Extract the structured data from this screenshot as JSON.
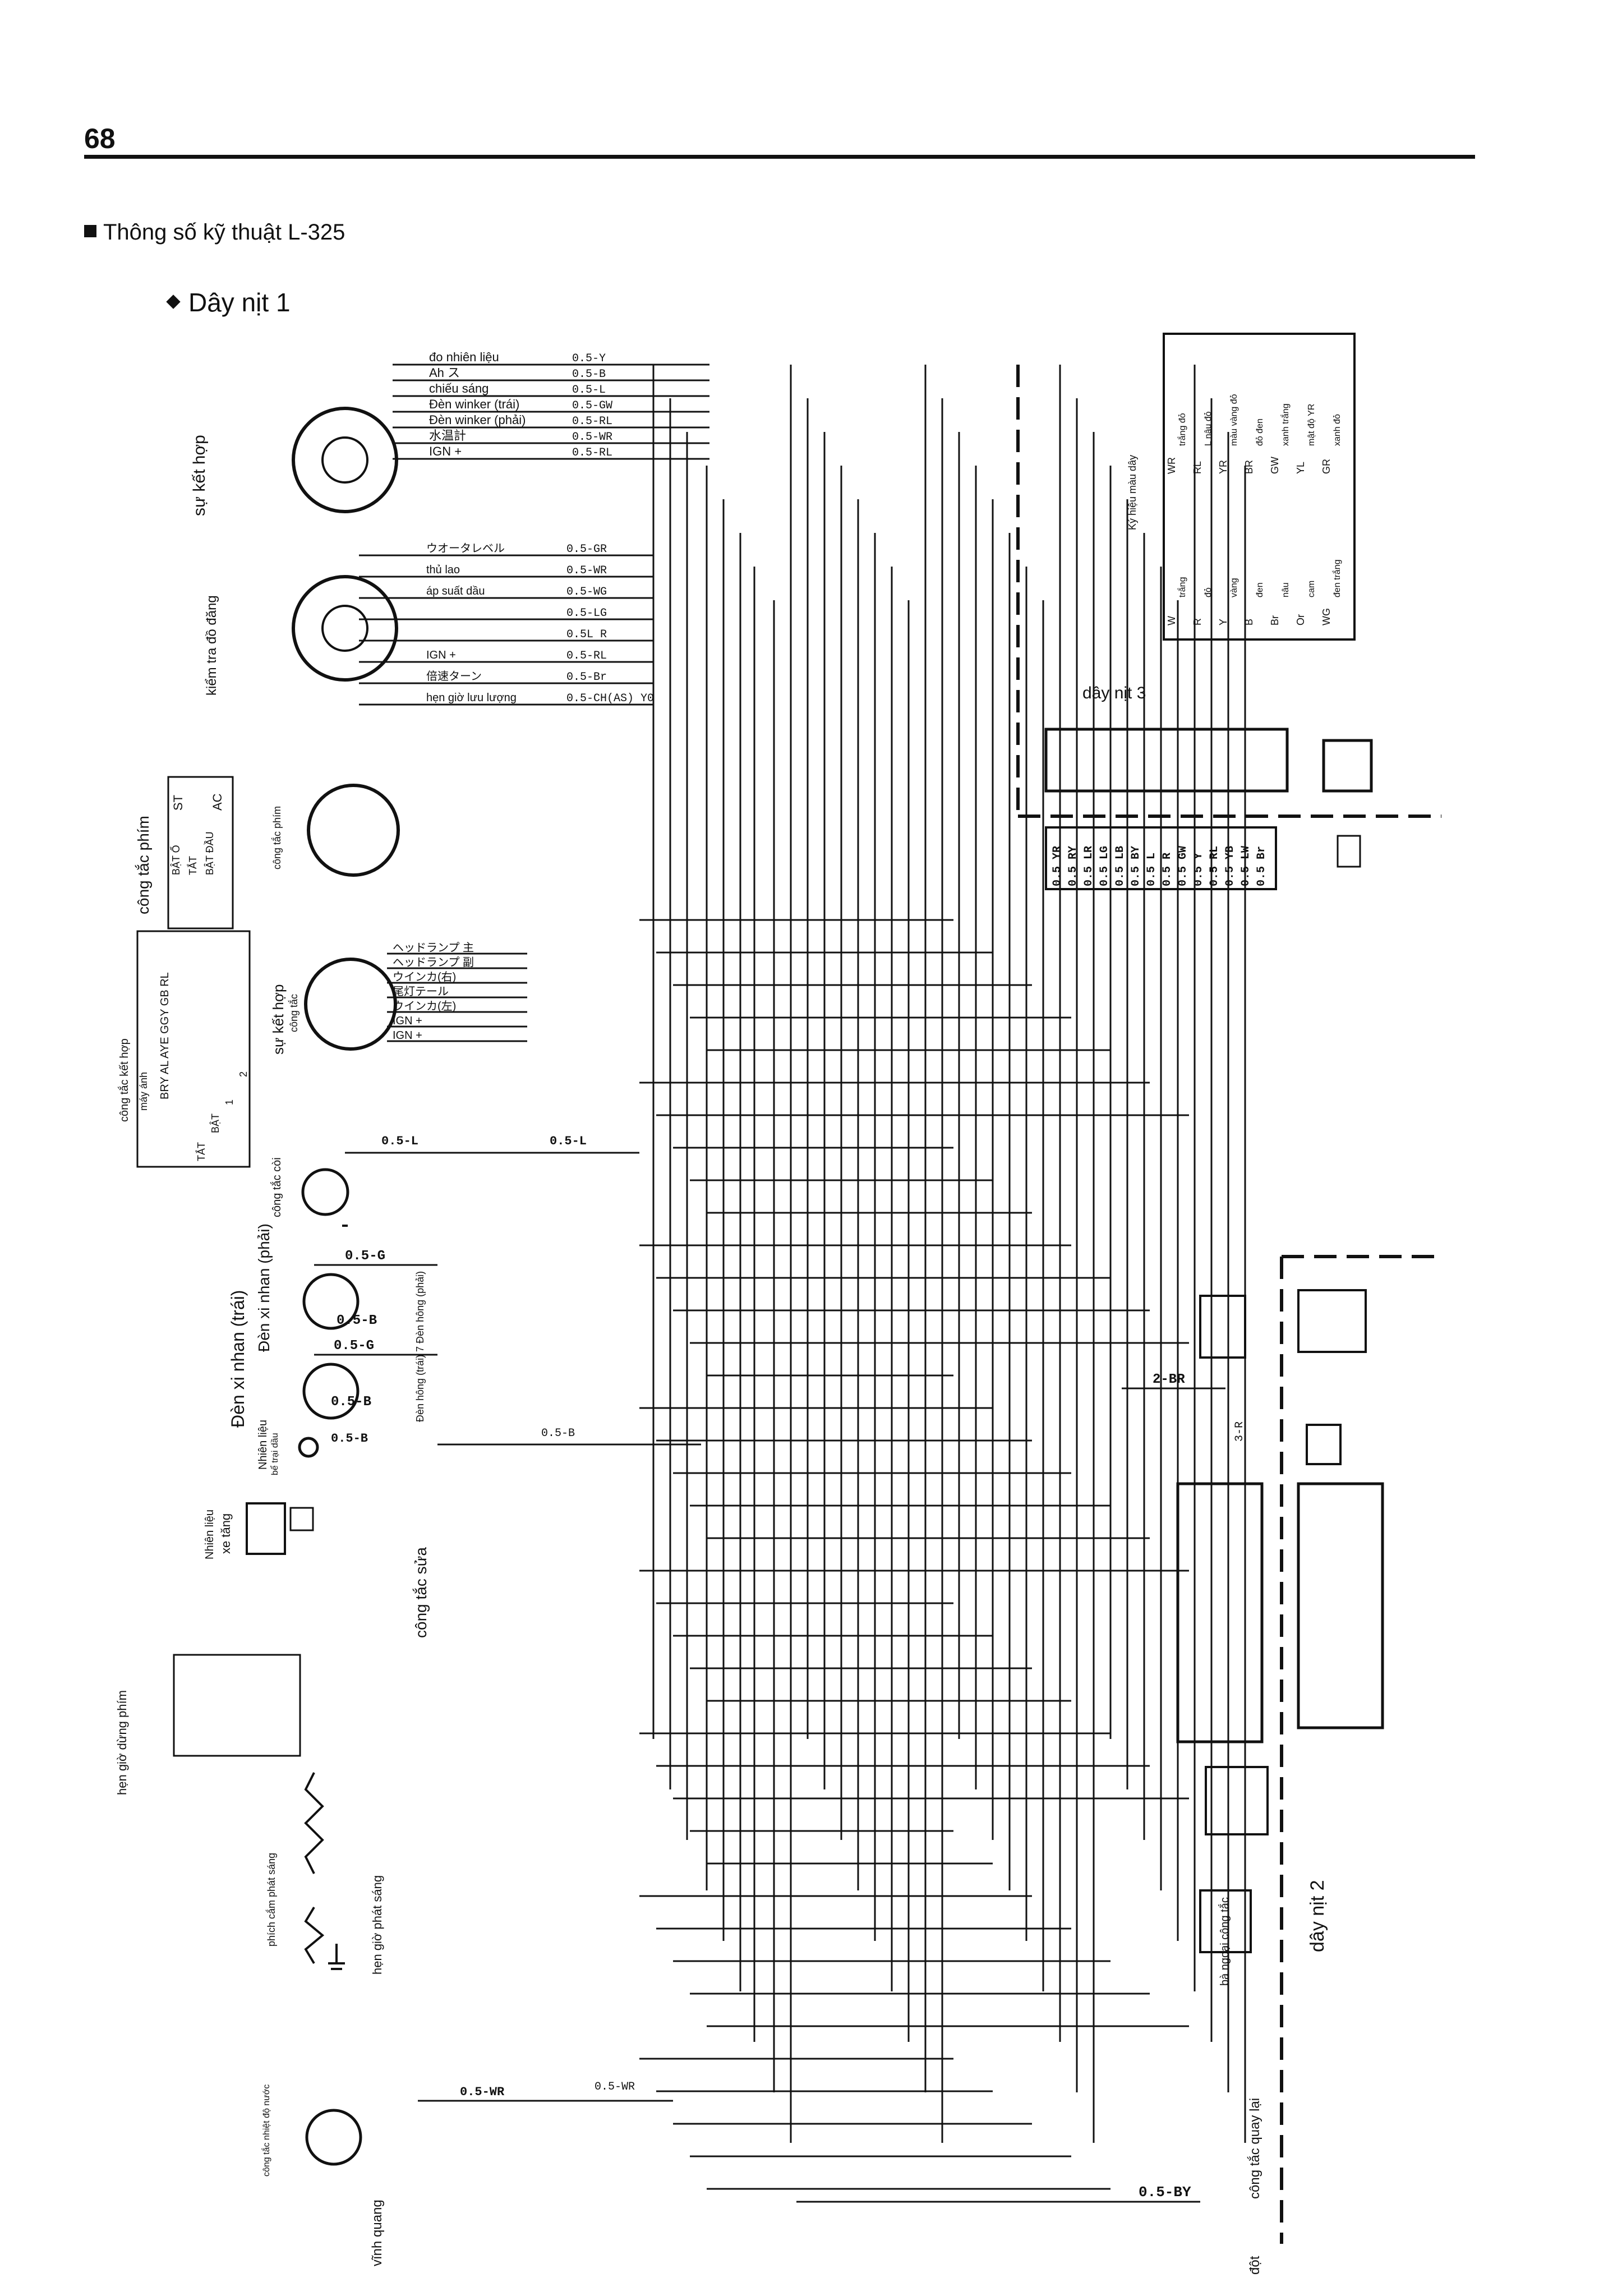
{
  "page": {
    "number": "68"
  },
  "section": {
    "title": "Thông số kỹ thuật L-325"
  },
  "subsection": {
    "title": "Dây nịt 1"
  },
  "left_labels": {
    "combo_meter": "sự kết hợp",
    "inspection_meter": "kiểm tra đồ đăng",
    "key_switch": "công tắc phím",
    "key_switch_2": "công tắc phím",
    "combination_switch": "sự kết hợp",
    "combination_switch_sub": "công tắc",
    "combo_table_label": "công tắc kết hợp",
    "light_label": "máy ánh",
    "horn_switch": "công tắc còi",
    "turn_right": "Đèn xi nhan (phải)",
    "turn_left": "Đèn xi nhan (trái)",
    "side_lamp": "Đèn hông (trái) 7 Đèn hông (phải)",
    "fuel": "Nhiên liệu",
    "fuel_sub": "bể trại dầu",
    "fuel_level": "Nhiên liệu",
    "fuel_level_sub": "xe tăng",
    "repair_switch": "công tắc sửa",
    "key_stop_timer": "hẹn giờ dừng phím",
    "glow_plug": "phích cắm phát sáng",
    "glow_timer": "hẹn giờ phát sáng",
    "water_temp_switch": "công tắc nhiệt độ nước",
    "permanent_lamp": "vĩnh quang"
  },
  "meter_wires": [
    {
      "label": "đo nhiên liệu",
      "code": "0.5-Y"
    },
    {
      "label": "Ah  ス",
      "code": "0.5-B"
    },
    {
      "label": "chiếu sáng",
      "code": "0.5-L"
    },
    {
      "label": "Đèn winker (trái)",
      "code": "0.5-GW"
    },
    {
      "label": "Đèn winker (phải)",
      "code": "0.5-RL"
    },
    {
      "label": "水温計",
      "code": "0.5-WR"
    },
    {
      "label": "IGN +",
      "code": "0.5-RL"
    }
  ],
  "check_wires": [
    {
      "label": "ウオータレベル",
      "code": "0.5-GR"
    },
    {
      "label": "thủ lao",
      "code": "0.5-WR"
    },
    {
      "label": "áp suất dầu",
      "code": "0.5-WG"
    },
    {
      "label": "",
      "code": "0.5-LG"
    },
    {
      "label": "",
      "code": "0.5L R"
    },
    {
      "label": "IGN +",
      "code": "0.5-RL"
    },
    {
      "label": "倍速ターン",
      "code": "0.5-Br"
    },
    {
      "label": "hẹn giờ lưu lượng",
      "code": "0.5-CH(AS) Y0"
    }
  ],
  "combo_switch_wires": [
    "ヘッドランプ 主",
    "ヘッドランプ 副",
    "ウインカ(右)",
    "尾灯テール",
    "ウインカ(左)",
    "IGN +",
    "IGN +"
  ],
  "key_table": {
    "headers": [
      "ST",
      "AC"
    ],
    "rows": [
      "BẬT Ổ",
      "TẮT",
      "BẬT ĐẦU"
    ]
  },
  "combo_table": {
    "header": "BRY AL AYE GGY GB RL",
    "rows": [
      "TẮT",
      "BẬT",
      "1",
      "2"
    ]
  },
  "wires": {
    "horn": "0.5-L",
    "turn_right_g": "0.5-G",
    "turn_right_b": "0.5-B",
    "turn_left_g": "0.5-G",
    "turn_left_b": "0.5-B",
    "fuel_sender": "0.5-B",
    "water_temp": "0.5-WR",
    "back_up": "0.5-BY",
    "harness2_br": "2-BR",
    "harness2_r": "3-R"
  },
  "right_labels": {
    "harness3": "dây nịt 3",
    "harness2": "dây nịt 2",
    "outer_switch": "bà ngoại công tắc",
    "reverse_switch": "công tắc quay lại",
    "sudden": "đột",
    "color_code_title": "Ký hiệu màu dây"
  },
  "color_legend": [
    {
      "code": "W",
      "name": "trắng"
    },
    {
      "code": "R",
      "name": "đỏ"
    },
    {
      "code": "Y",
      "name": "vàng"
    },
    {
      "code": "B",
      "name": "đen"
    },
    {
      "code": "Br",
      "name": "nâu"
    },
    {
      "code": "Or",
      "name": "cam"
    },
    {
      "code": "WG",
      "name": "đen trắng"
    },
    {
      "code": "WR",
      "name": "trắng đỏ"
    },
    {
      "code": "RL",
      "name": "L nâu đỏ"
    },
    {
      "code": "YR",
      "name": "màu vàng đỏ"
    },
    {
      "code": "BR",
      "name": "đỏ đen"
    },
    {
      "code": "GW",
      "name": "xanh trắng"
    },
    {
      "code": "YL",
      "name": "mật độ YR"
    },
    {
      "code": "GR",
      "name": "xanh đỏ"
    }
  ],
  "connector_top": [
    "0.5 YR",
    "0.5 RY",
    "0.5 LR",
    "0.5 LG",
    "0.5 LB",
    "0.5 BY",
    "0.5 L",
    "0.5 R",
    "0.5 GW",
    "0.5 Y",
    "0.5 RL",
    "0.5 YB",
    "0.5 LW",
    "0.5 Br"
  ]
}
